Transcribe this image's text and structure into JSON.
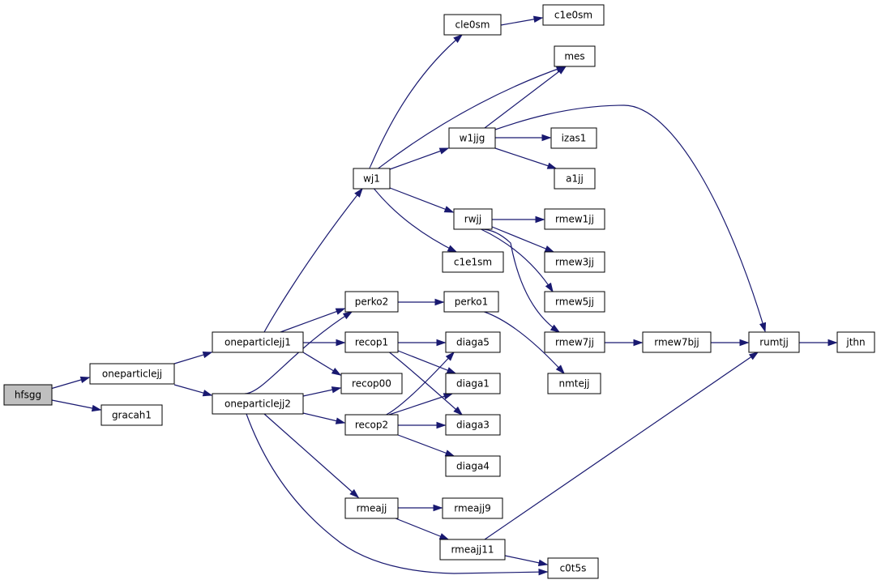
{
  "colors": {
    "edge": "#191970",
    "root_fill": "#bfbfbf",
    "node_fill": "#ffffff",
    "node_border": "#000000"
  },
  "nodes": [
    {
      "id": "hfsgg",
      "label": "hfsgg",
      "root": true
    },
    {
      "id": "oneparticlejj",
      "label": "oneparticlejj"
    },
    {
      "id": "gracah1",
      "label": "gracah1"
    },
    {
      "id": "oneparticlejj1",
      "label": "oneparticlejj1"
    },
    {
      "id": "oneparticlejj2",
      "label": "oneparticlejj2"
    },
    {
      "id": "wj1",
      "label": "wj1"
    },
    {
      "id": "perko2",
      "label": "perko2"
    },
    {
      "id": "recop1",
      "label": "recop1"
    },
    {
      "id": "recop00",
      "label": "recop00"
    },
    {
      "id": "recop2",
      "label": "recop2"
    },
    {
      "id": "rmeajj",
      "label": "rmeajj"
    },
    {
      "id": "cle0sm",
      "label": "cle0sm"
    },
    {
      "id": "w1jjg",
      "label": "w1jjg"
    },
    {
      "id": "rwjj",
      "label": "rwjj"
    },
    {
      "id": "c1e1sm",
      "label": "c1e1sm"
    },
    {
      "id": "perko1",
      "label": "perko1"
    },
    {
      "id": "diaga5",
      "label": "diaga5"
    },
    {
      "id": "diaga1",
      "label": "diaga1"
    },
    {
      "id": "diaga3",
      "label": "diaga3"
    },
    {
      "id": "diaga4",
      "label": "diaga4"
    },
    {
      "id": "rmeajj9",
      "label": "rmeajj9"
    },
    {
      "id": "rmeajj11",
      "label": "rmeajj11"
    },
    {
      "id": "c1e0sm",
      "label": "c1e0sm"
    },
    {
      "id": "mes",
      "label": "mes"
    },
    {
      "id": "izas1",
      "label": "izas1"
    },
    {
      "id": "a1jj",
      "label": "a1jj"
    },
    {
      "id": "rmew1jj",
      "label": "rmew1jj"
    },
    {
      "id": "rmew3jj",
      "label": "rmew3jj"
    },
    {
      "id": "rmew5jj",
      "label": "rmew5jj"
    },
    {
      "id": "rmew7jj",
      "label": "rmew7jj"
    },
    {
      "id": "nmtejj",
      "label": "nmtejj"
    },
    {
      "id": "c0t5s",
      "label": "c0t5s"
    },
    {
      "id": "rmew7bjj",
      "label": "rmew7bjj"
    },
    {
      "id": "rumtjj",
      "label": "rumtjj"
    },
    {
      "id": "jthn",
      "label": "jthn"
    }
  ],
  "edges": [
    {
      "from": "hfsgg",
      "to": "oneparticlejj"
    },
    {
      "from": "hfsgg",
      "to": "gracah1"
    },
    {
      "from": "oneparticlejj",
      "to": "oneparticlejj1"
    },
    {
      "from": "oneparticlejj",
      "to": "oneparticlejj2"
    },
    {
      "from": "oneparticlejj1",
      "to": "wj1"
    },
    {
      "from": "oneparticlejj1",
      "to": "perko2"
    },
    {
      "from": "oneparticlejj1",
      "to": "recop1"
    },
    {
      "from": "oneparticlejj1",
      "to": "recop00"
    },
    {
      "from": "oneparticlejj2",
      "to": "perko2"
    },
    {
      "from": "oneparticlejj2",
      "to": "recop00"
    },
    {
      "from": "oneparticlejj2",
      "to": "recop2"
    },
    {
      "from": "oneparticlejj2",
      "to": "rmeajj"
    },
    {
      "from": "oneparticlejj2",
      "to": "c0t5s"
    },
    {
      "from": "wj1",
      "to": "cle0sm"
    },
    {
      "from": "wj1",
      "to": "mes"
    },
    {
      "from": "wj1",
      "to": "w1jjg"
    },
    {
      "from": "wj1",
      "to": "rwjj"
    },
    {
      "from": "wj1",
      "to": "c1e1sm"
    },
    {
      "from": "cle0sm",
      "to": "c1e0sm"
    },
    {
      "from": "w1jjg",
      "to": "mes"
    },
    {
      "from": "w1jjg",
      "to": "izas1"
    },
    {
      "from": "w1jjg",
      "to": "a1jj"
    },
    {
      "from": "w1jjg",
      "to": "rumtjj"
    },
    {
      "from": "rwjj",
      "to": "rmew1jj"
    },
    {
      "from": "rwjj",
      "to": "rmew3jj"
    },
    {
      "from": "rwjj",
      "to": "rmew5jj"
    },
    {
      "from": "rwjj",
      "to": "rmew7jj"
    },
    {
      "from": "perko2",
      "to": "perko1"
    },
    {
      "from": "perko1",
      "to": "nmtejj"
    },
    {
      "from": "recop1",
      "to": "diaga5"
    },
    {
      "from": "recop1",
      "to": "diaga1"
    },
    {
      "from": "recop1",
      "to": "diaga3"
    },
    {
      "from": "recop2",
      "to": "diaga5"
    },
    {
      "from": "recop2",
      "to": "diaga1"
    },
    {
      "from": "recop2",
      "to": "diaga3"
    },
    {
      "from": "recop2",
      "to": "diaga4"
    },
    {
      "from": "rmeajj",
      "to": "rmeajj9"
    },
    {
      "from": "rmeajj",
      "to": "rmeajj11"
    },
    {
      "from": "rmeajj11",
      "to": "rumtjj"
    },
    {
      "from": "rmeajj11",
      "to": "c0t5s"
    },
    {
      "from": "rmew7jj",
      "to": "rmew7bjj"
    },
    {
      "from": "rmew7bjj",
      "to": "rumtjj"
    },
    {
      "from": "rumtjj",
      "to": "jthn"
    }
  ]
}
